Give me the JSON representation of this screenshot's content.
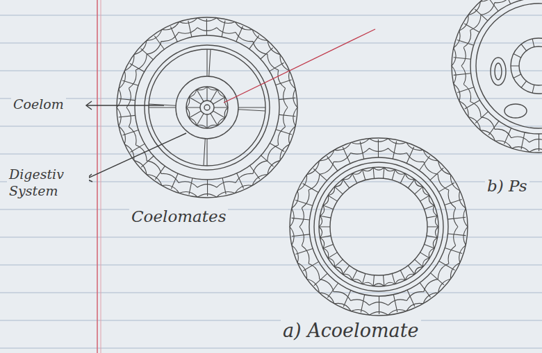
{
  "diagram": {
    "labels": [
      "Coelom",
      "Digestiv System",
      "Coelomates",
      "a) Acoelomate",
      "b) Ps"
    ]
  }
}
